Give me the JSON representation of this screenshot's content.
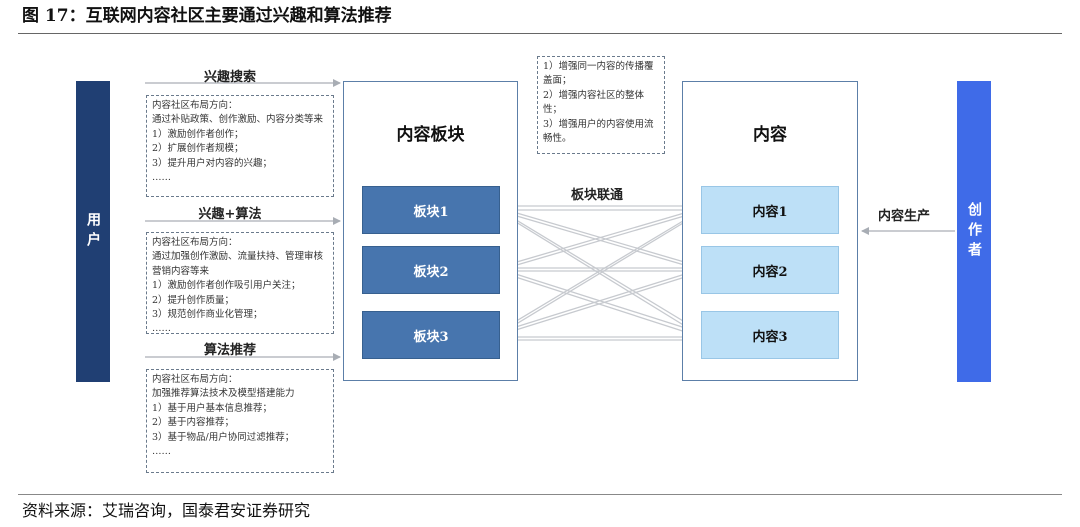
{
  "figure": {
    "title": "图 17：互联网内容社区主要通过兴趣和算法推荐",
    "source": "资料来源：艾瑞咨询，国泰君安证券研究"
  },
  "user_bar": {
    "label": "用户"
  },
  "creator_bar": {
    "label": "创作者"
  },
  "paths": [
    {
      "label": "兴趣搜索",
      "note": "内容社区布局方向：\n通过补贴政策、创作激励、内容分类等来\n1）激励创作者创作；\n2）扩展创作者规模；\n3）提升用户对内容的兴趣；\n……"
    },
    {
      "label": "兴趣+算法",
      "note": "内容社区布局方向：\n通过加强创作激励、流量扶持、管理审核营销内容等来\n1）激励创作者创作吸引用户关注；\n2）提升创作质量；\n3）规范创作商业化管理；\n……"
    },
    {
      "label": "算法推荐",
      "note": "内容社区布局方向：\n加强推荐算法技术及模型搭建能力\n1）基于用户基本信息推荐；\n2）基于内容推荐；\n3）基于物品/用户协同过滤推荐；\n……"
    }
  ],
  "block_panel": {
    "title": "内容板块",
    "blocks": [
      "板块1",
      "板块2",
      "板块3"
    ]
  },
  "content_panel": {
    "title": "内容",
    "items": [
      "内容1",
      "内容2",
      "内容3"
    ]
  },
  "link_label": "板块联通",
  "link_note": "1）增强同一内容的传播覆盖面；\n2）增强内容社区的整体性；\n3）增强用户的内容使用流畅性。",
  "production_label": "内容生产",
  "colors": {
    "user_bar": "#203f73",
    "creator_bar": "#3f6be8",
    "block_fill": "#4775ae",
    "content_fill": "#bde0f7",
    "panel_border": "#5c7fa8",
    "arrow": "#b0b4ba"
  }
}
